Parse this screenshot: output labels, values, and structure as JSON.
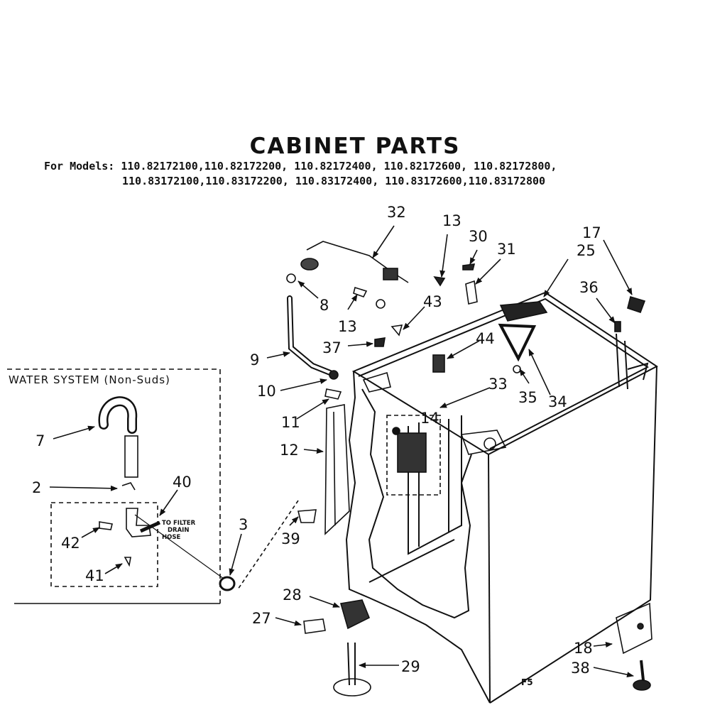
{
  "title": "CABINET PARTS",
  "models_line1": "For Models: 110.82172100,110.82172200, 110.82172400, 110.82172600, 110.82172800,",
  "models_line2": "110.83172100,110.83172200, 110.83172400, 110.83172600,110.83172800",
  "water_system_label": "WATER SYSTEM (Non-Suds)",
  "filter_note": [
    "TO FILTER",
    "DRAIN",
    "HOSE"
  ],
  "figure_code": "F5",
  "callouts": [
    "32",
    "13",
    "30",
    "31",
    "17",
    "25",
    "8",
    "13",
    "43",
    "36",
    "37",
    "44",
    "9",
    "33",
    "35",
    "34",
    "10",
    "14",
    "11",
    "12",
    "7",
    "2",
    "40",
    "3",
    "39",
    "42",
    "41",
    "28",
    "27",
    "18",
    "29",
    "38"
  ]
}
